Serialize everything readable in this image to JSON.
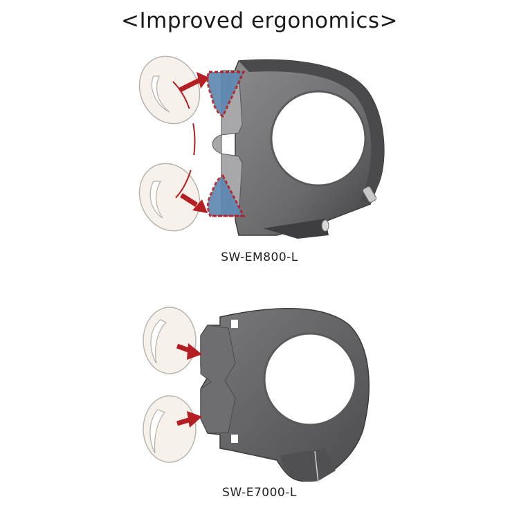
{
  "title": "<Improved ergonomics>",
  "figures": [
    {
      "model": "SW-EM800-L",
      "annotations": [
        "thumb-upper",
        "thumb-lower",
        "red-arrow-upper",
        "red-arrow-lower",
        "dashed-arc",
        "blue-highlight-upper",
        "blue-highlight-lower"
      ]
    },
    {
      "model": "SW-E7000-L",
      "annotations": [
        "thumb-upper",
        "thumb-lower",
        "red-arrow-upper",
        "red-arrow-lower"
      ]
    }
  ],
  "colors": {
    "arrow": "#b51f24",
    "highlight": "#5b86b0",
    "body_dark": "#4a4a4c",
    "body_mid": "#7c7c7e",
    "thumb_fill": "#f6f1ea",
    "thumb_stroke": "#b9b4ae"
  }
}
